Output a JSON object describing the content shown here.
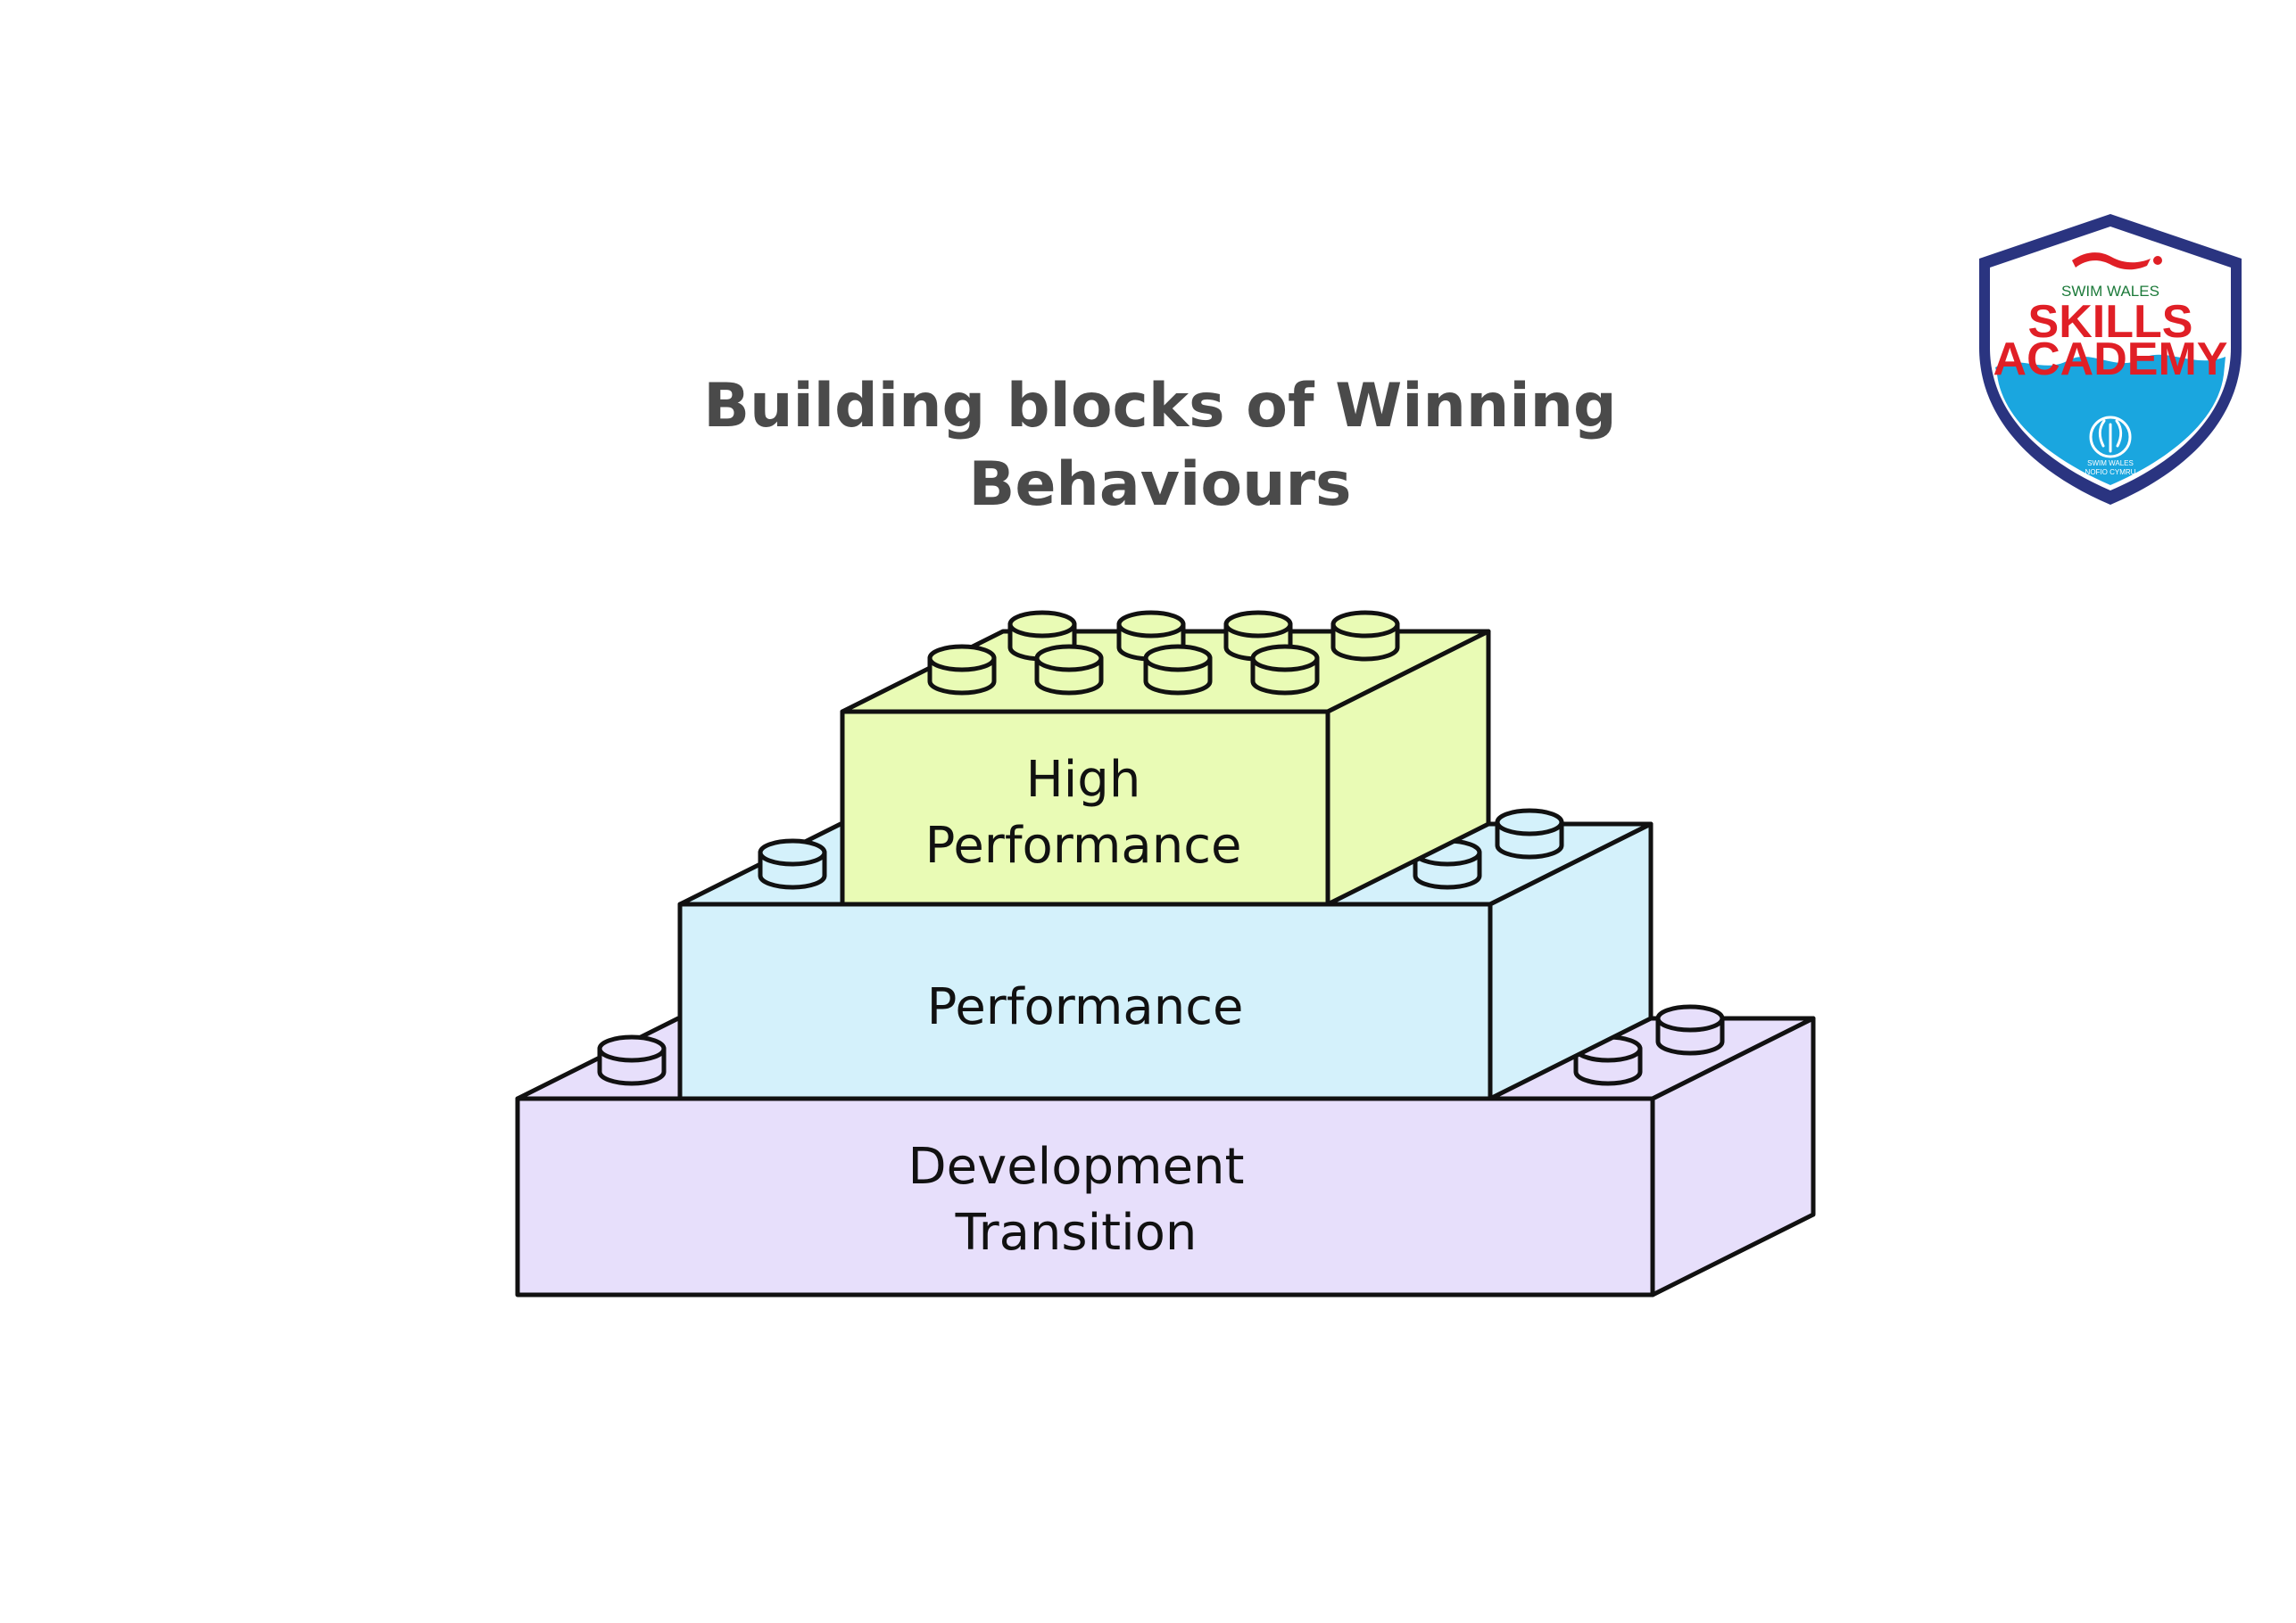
{
  "title": {
    "line1": "Building blocks of Winning",
    "line2": "Behaviours"
  },
  "blocks": [
    {
      "id": "development-transition",
      "lines": [
        "Development",
        "Transition"
      ],
      "color": "#e7dffb"
    },
    {
      "id": "performance",
      "lines": [
        "Performance"
      ],
      "color": "#d4f1fb"
    },
    {
      "id": "high-performance",
      "lines": [
        "High",
        "Performance"
      ],
      "color": "#e9fbb5"
    }
  ],
  "logo": {
    "org": "SWIM WALES",
    "line1": "SKILLS",
    "line2": "ACADEMY",
    "footer1": "SWIM WALES",
    "footer2": "NOFIO CYMRU",
    "colors": {
      "border": "#2a3480",
      "red": "#e01f26",
      "blue": "#1aa6df"
    }
  }
}
